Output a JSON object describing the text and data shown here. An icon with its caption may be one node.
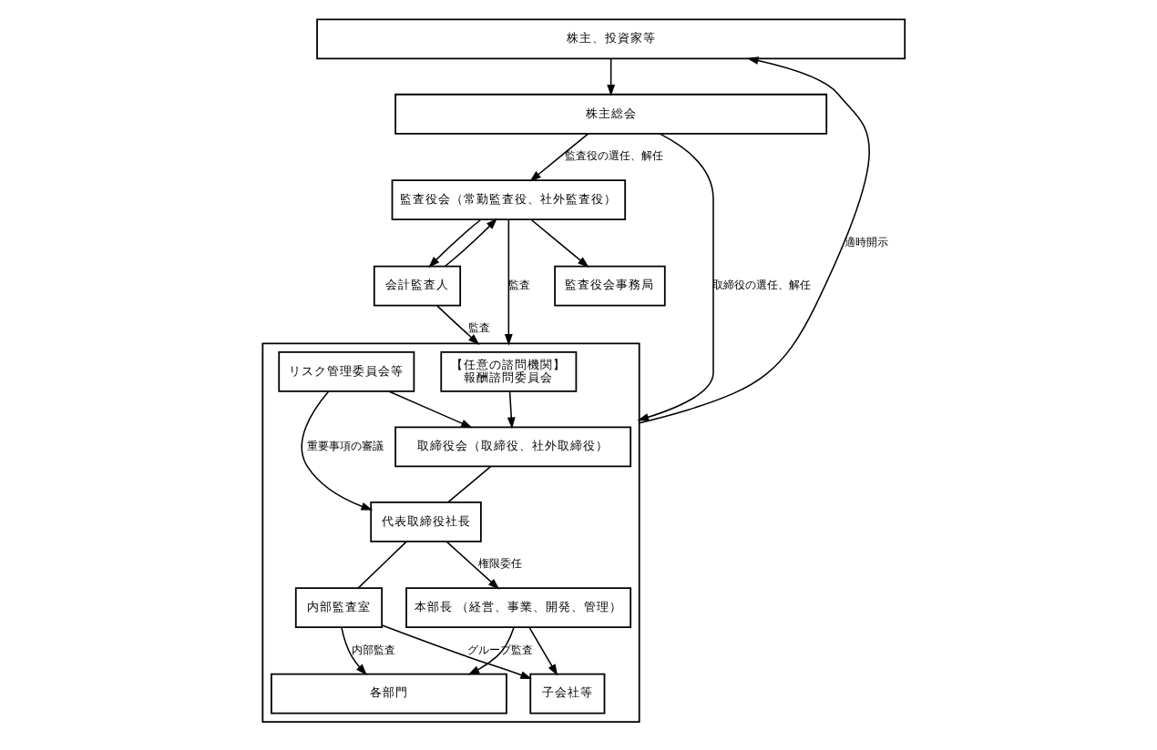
{
  "diagram": {
    "nodes": [
      {
        "text": [
          "株主、投資家等"
        ]
      },
      {
        "text": [
          "株主総会"
        ]
      },
      {
        "text": [],
        "shape": "box"
      },
      {
        "text": [
          "取締役会（取締役、社外取締役）"
        ],
        "in": 2
      },
      {
        "text": [
          "【任意の諮問機関】",
          "報酬諮問委員会"
        ],
        "in": 2
      },
      {
        "text": [
          "代表取締役社長"
        ],
        "in": 2
      },
      {
        "text": [
          "内部監査室"
        ],
        "in": 2
      },
      {
        "text": [
          "リスク管理委員会等"
        ],
        "in": 2
      },
      {
        "text": [
          "本部長 （経営、事業、開発、管理）"
        ],
        "in": 2
      },
      {
        "text": [
          "各部門"
        ],
        "in": 2
      },
      {
        "text": [
          "子会社等"
        ],
        "in": 2
      },
      {
        "text": [
          "監査役会（常勤監査役、社外監査役）"
        ]
      },
      {
        "text": [
          "会計監査人"
        ]
      },
      {
        "text": [
          "監査役会事務局"
        ]
      }
    ],
    "edges": [
      {
        "from": 0,
        "to": 1,
        "arrow": "to"
      },
      {
        "from": 1,
        "to": 2,
        "arrow": "to",
        "label": "取締役の選任、解任"
      },
      {
        "from": 1,
        "to": 11,
        "arrow": "to",
        "label": "監査役の選任、解任"
      },
      {
        "from": 2,
        "to": 0,
        "arrow": "to",
        "label": "適時開示"
      },
      {
        "from": 3,
        "to": 5,
        "arrow": "none"
      },
      {
        "from": 4,
        "to": 3,
        "arrow": "to"
      },
      {
        "from": 7,
        "to": 5,
        "arrow": "to",
        "label": "重要事項の審議"
      },
      {
        "from": 7,
        "to": 3,
        "arrow": "to"
      },
      {
        "from": 5,
        "to": 6,
        "arrow": "none"
      },
      {
        "from": 5,
        "to": 8,
        "arrow": "to",
        "label": "権限委任"
      },
      {
        "from": 6,
        "to": 9,
        "arrow": "to",
        "label": "内部監査"
      },
      {
        "from": 6,
        "to": 10,
        "arrow": "to",
        "label": "グループ監査"
      },
      {
        "from": 8,
        "to": 9,
        "arrow": "to"
      },
      {
        "from": 8,
        "to": 10,
        "arrow": "to"
      },
      {
        "from": 11,
        "to": 2,
        "arrow": "to",
        "label": "監査"
      },
      {
        "from": 12,
        "to": 2,
        "arrow": "to",
        "label": "監査"
      },
      {
        "from": 12,
        "to": 11,
        "arrow": "to"
      },
      {
        "from": 11,
        "to": 12,
        "arrow": "to"
      },
      {
        "from": 11,
        "to": 13,
        "arrow": "to"
      }
    ]
  }
}
